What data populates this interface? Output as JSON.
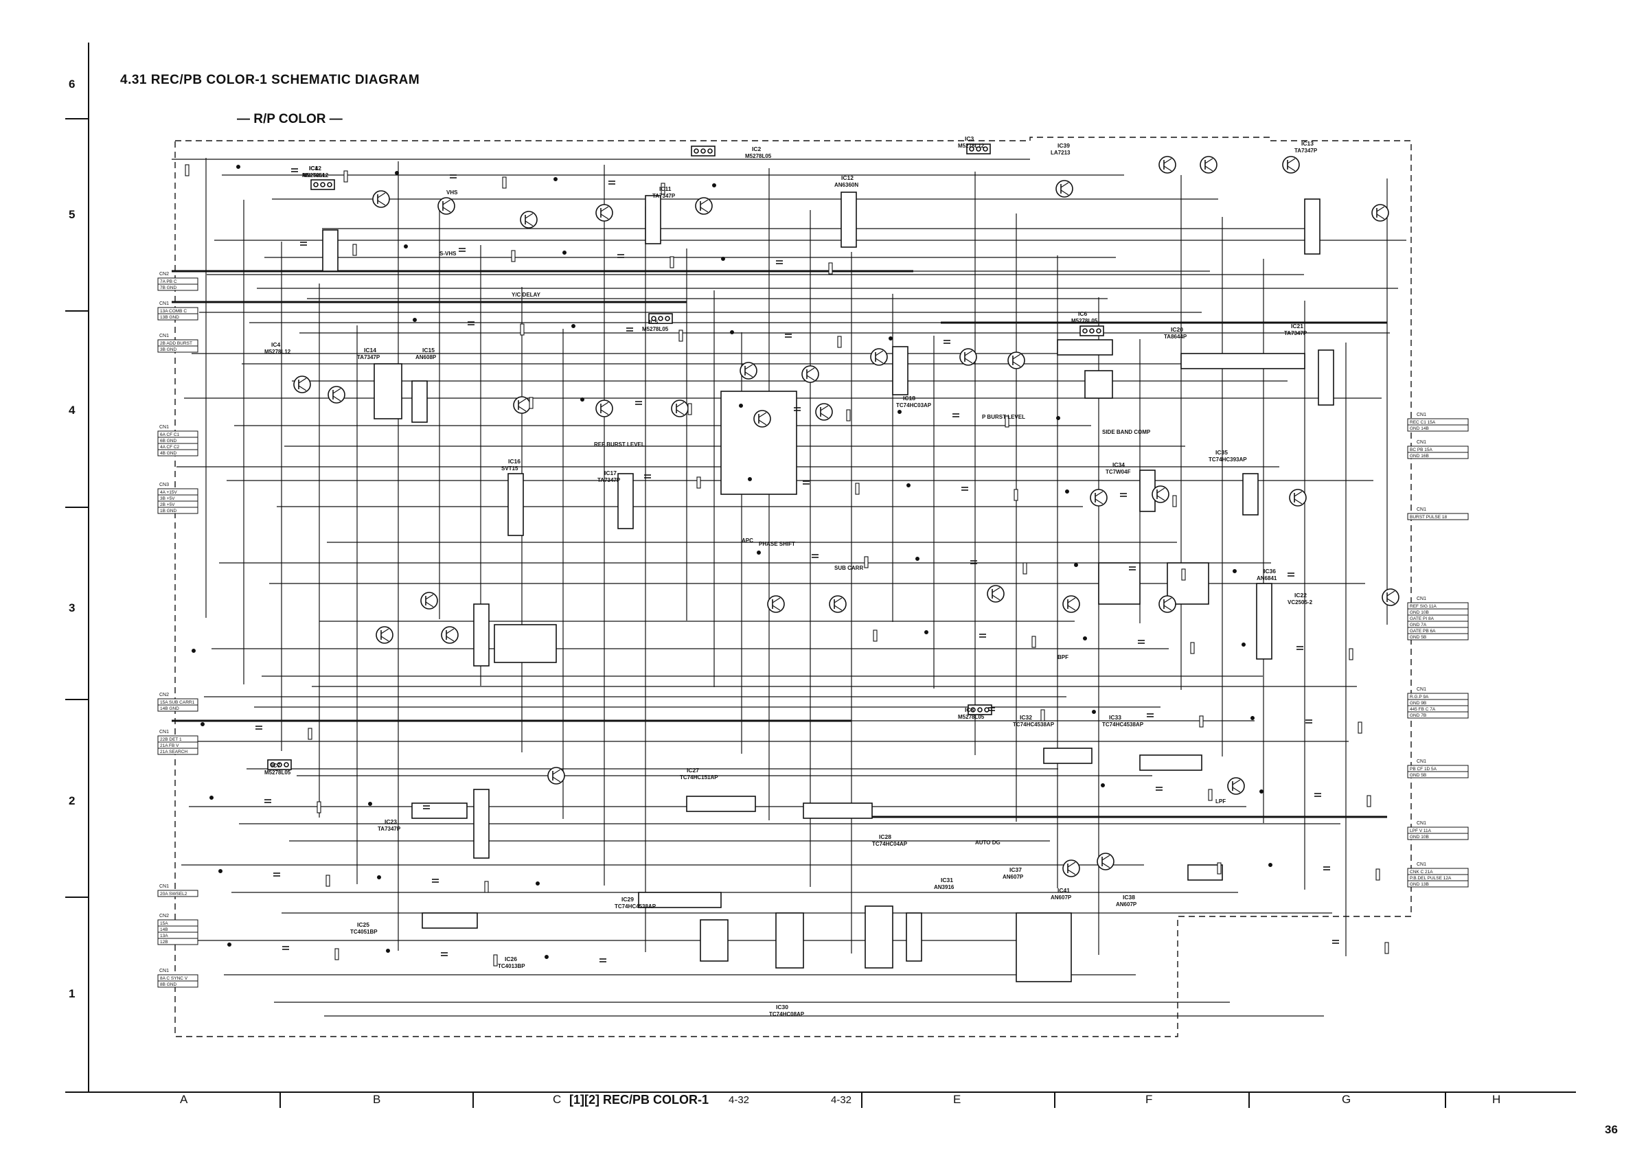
{
  "header": {
    "title": "4.31 REC/PB COLOR-1 SCHEMATIC DIAGRAM",
    "section_label": "— R/P COLOR —",
    "row_labels": [
      "6",
      "5",
      "4",
      "3",
      "2",
      "1"
    ]
  },
  "footer": {
    "columns": [
      "A",
      "B",
      "C",
      "E",
      "F",
      "G",
      "H"
    ],
    "reference": "[1][2] REC/PB COLOR-1",
    "page_refs": [
      "4-32",
      "4-32"
    ],
    "page_number": "36"
  },
  "integrated_circuits": [
    {
      "ref": "IC1",
      "part": "M5278L12"
    },
    {
      "ref": "IC2",
      "part": "M5278L05"
    },
    {
      "ref": "IC3",
      "part": "M5278L12"
    },
    {
      "ref": "IC4",
      "part": "M5278L12"
    },
    {
      "ref": "IC5",
      "part": "M5278L05"
    },
    {
      "ref": "IC6",
      "part": "M5278L05"
    },
    {
      "ref": "IC7",
      "part": "M5278L05"
    },
    {
      "ref": "IC8",
      "part": "M5278L05"
    },
    {
      "ref": "IC11",
      "part": "TA7347P"
    },
    {
      "ref": "IC12",
      "part": "AN6360N"
    },
    {
      "ref": "IC13",
      "part": "TA7347P"
    },
    {
      "ref": "IC14",
      "part": "TA7347P"
    },
    {
      "ref": "IC15",
      "part": "AN608P"
    },
    {
      "ref": "IC16",
      "part": "SVT15"
    },
    {
      "ref": "IC17",
      "part": "TA7347P"
    },
    {
      "ref": "IC18",
      "part": "TC74HC03AP"
    },
    {
      "ref": "IC20",
      "part": "TA8644P"
    },
    {
      "ref": "IC21",
      "part": "TA7347P"
    },
    {
      "ref": "IC22",
      "part": "VC2505-2"
    },
    {
      "ref": "IC23",
      "part": "TA7347P"
    },
    {
      "ref": "IC25",
      "part": "TC4051BP"
    },
    {
      "ref": "IC26",
      "part": "TC4013BP"
    },
    {
      "ref": "IC27",
      "part": "TC74HC151AP"
    },
    {
      "ref": "IC28",
      "part": "TC74HC04AP"
    },
    {
      "ref": "IC29",
      "part": "TC74HC4538AP"
    },
    {
      "ref": "IC30",
      "part": "TC74HC08AP"
    },
    {
      "ref": "IC31",
      "part": "AN3916"
    },
    {
      "ref": "IC32",
      "part": "TC74HC4538AP"
    },
    {
      "ref": "IC33",
      "part": "TC74HC4538AP"
    },
    {
      "ref": "IC34",
      "part": "TC7W04F"
    },
    {
      "ref": "IC35",
      "part": "TC74HC393AP"
    },
    {
      "ref": "IC36",
      "part": "AN6841"
    },
    {
      "ref": "IC37",
      "part": "AN607P"
    },
    {
      "ref": "IC38",
      "part": "AN607P"
    },
    {
      "ref": "IC39",
      "part": "LA7213"
    },
    {
      "ref": "IC41",
      "part": "AN607P"
    },
    {
      "ref": "IC42",
      "part": "AN2526L"
    }
  ],
  "connectors_left": [
    {
      "ref": "CN2",
      "pins": [
        "7A PB C",
        "7B GND"
      ]
    },
    {
      "ref": "CN1",
      "pins": [
        "13A COMB C",
        "13B GND"
      ]
    },
    {
      "ref": "CN1",
      "pins": [
        "2B ADD BURST",
        "3B GND"
      ]
    },
    {
      "ref": "CN1",
      "pins": [
        "6A CF C1",
        "6B GND",
        "4A CF C2",
        "4B GND"
      ]
    },
    {
      "ref": "CN3",
      "pins": [
        "4A +15V",
        "3B +5V",
        "2B +5V",
        "1B GND"
      ]
    },
    {
      "ref": "CN2",
      "pins": [
        "15A SUB CARR1",
        "14B GND"
      ]
    },
    {
      "ref": "CN1",
      "pins": [
        "22B DET 1",
        "21A FB V",
        "21A SEARCH"
      ]
    },
    {
      "ref": "CN1",
      "pins": [
        "20A SWSEL2"
      ]
    },
    {
      "ref": "CN2",
      "pins": [
        "15A",
        "14B",
        "13A",
        "12B"
      ]
    },
    {
      "ref": "CN1",
      "pins": [
        "8A C SYNC V",
        "8B GND"
      ]
    }
  ],
  "connectors_right": [
    {
      "ref": "CN1",
      "pins": [
        "REC C1 15A",
        "GND 14B"
      ]
    },
    {
      "ref": "CN1",
      "pins": [
        "BC PB 15A",
        "GND 16B"
      ]
    },
    {
      "ref": "CN1",
      "pins": [
        "BURST PULSE 18"
      ]
    },
    {
      "ref": "CN1",
      "pins": [
        "REF SIG 11A",
        "GND 10B",
        "GATE PI 8A",
        "GND 7A",
        "GATE PB 6A",
        "GND 5B"
      ]
    },
    {
      "ref": "CN1",
      "pins": [
        "R.G.P 9A",
        "GND 9B",
        "445 FB C 7A",
        "GND 7B"
      ]
    },
    {
      "ref": "CN1",
      "pins": [
        "PB CF 1D 5A",
        "GND 5B"
      ]
    },
    {
      "ref": "CN1",
      "pins": [
        "LPF V 11A",
        "GND 10B"
      ]
    },
    {
      "ref": "CN1",
      "pins": [
        "CNK C 21A",
        "P.B.DEL PULSE 12A",
        "GND 13B"
      ]
    }
  ],
  "labels": [
    "VHS",
    "S-VHS",
    "Y/C DELAY",
    "REF BURST LEVEL",
    "P BURST LEVEL",
    "AUTO DG",
    "SIDE BAND COMP",
    "APC",
    "PHASE SHIFT",
    "SUB CARR",
    "LPF",
    "BPF"
  ]
}
